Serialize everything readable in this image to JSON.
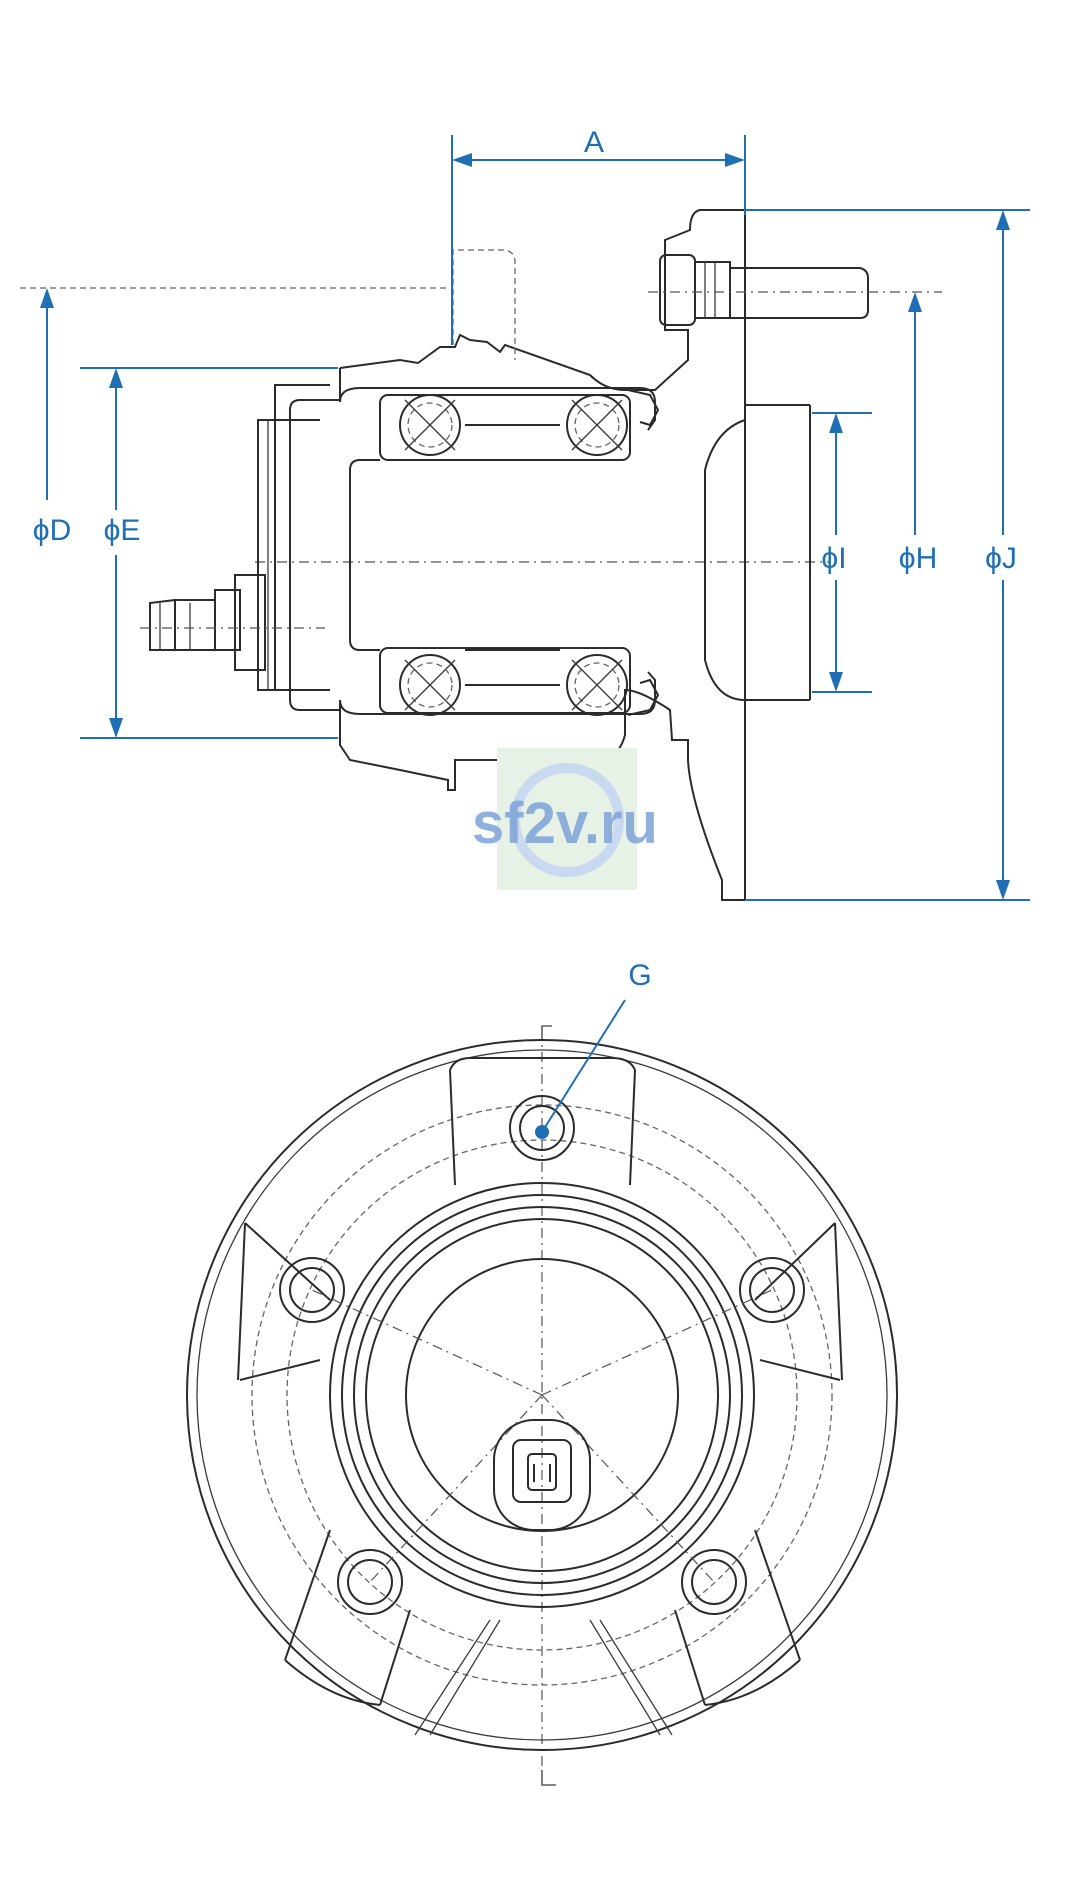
{
  "dimensions": {
    "A": "A",
    "D": "ϕD",
    "E": "ϕE",
    "I": "ϕI",
    "H": "ϕH",
    "J": "ϕJ",
    "G": "G"
  },
  "watermark": {
    "text": "sf2v.ru"
  },
  "colors": {
    "dimension": "#1f6fb4",
    "outline": "#2b2b2b",
    "watermark_text": "#7fa3d9",
    "watermark_badge": "#e6f2e6"
  }
}
